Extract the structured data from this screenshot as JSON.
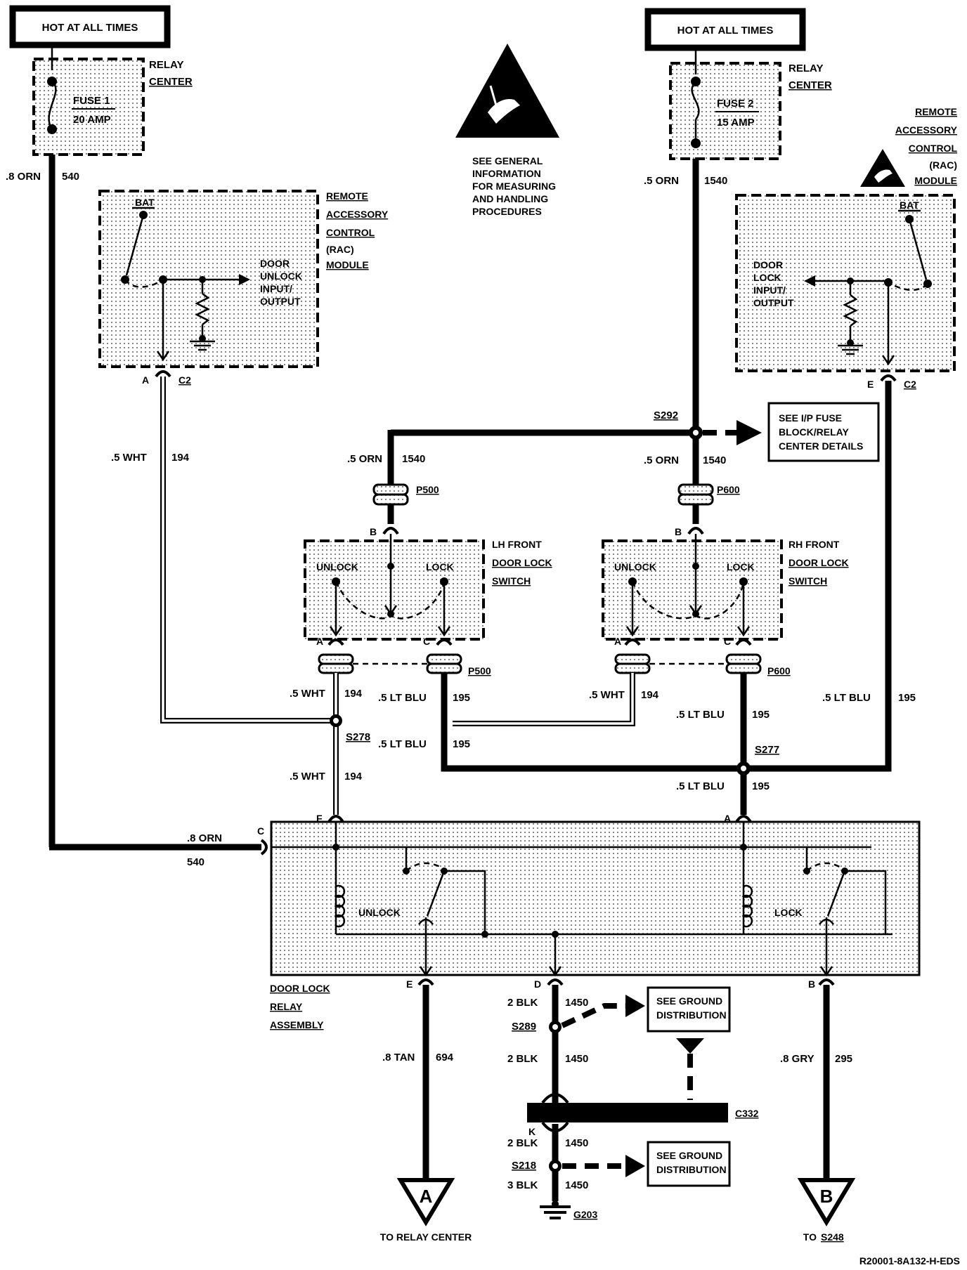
{
  "hot_labels": {
    "left": "HOT AT ALL TIMES",
    "right": "HOT AT ALL TIMES"
  },
  "relay_center": {
    "left_line1": "RELAY",
    "left_line2": "CENTER",
    "right_line1": "RELAY",
    "right_line2": "CENTER"
  },
  "fuses": {
    "fuse1_name": "FUSE 1",
    "fuse1_rating": "20 AMP",
    "fuse2_name": "FUSE 2",
    "fuse2_rating": "15 AMP"
  },
  "esd_note": [
    "SEE GENERAL",
    "INFORMATION",
    "FOR MEASURING",
    "AND HANDLING",
    "PROCEDURES"
  ],
  "rac_left": {
    "title": [
      "REMOTE",
      "ACCESSORY",
      "CONTROL",
      "(RAC)",
      "MODULE"
    ],
    "bat": "BAT",
    "io": [
      "DOOR",
      "UNLOCK",
      "INPUT/",
      "OUTPUT"
    ],
    "pin": "A",
    "conn": "C2"
  },
  "rac_right": {
    "title": [
      "REMOTE",
      "ACCESSORY",
      "CONTROL",
      "(RAC)",
      "MODULE"
    ],
    "bat": "BAT",
    "io": [
      "DOOR",
      "LOCK",
      "INPUT/",
      "OUTPUT"
    ],
    "pin": "E",
    "conn": "C2"
  },
  "splices": {
    "s292": "S292",
    "s278": "S278",
    "s277": "S277",
    "s289": "S289",
    "s218": "S218"
  },
  "fuse_block_note": [
    "SEE I/P FUSE",
    "BLOCK/RELAY",
    "CENTER DETAILS"
  ],
  "wires": {
    "w540_color": ".8 ORN",
    "w540_num": "540",
    "w1540_color": ".5 ORN",
    "w1540_num": "1540",
    "w194_color": ".5 WHT",
    "w194_num": "194",
    "w195_color": ".5 LT BLU",
    "w195_num": "195",
    "w694_color": ".8 TAN",
    "w694_num": "694",
    "w295_color": ".8 GRY",
    "w295_num": "295",
    "w1450_2_color": "2 BLK",
    "w1450_3_color": "3 BLK",
    "w1450_num": "1450"
  },
  "connectors": {
    "p500": "P500",
    "p600": "P600",
    "c332": "C332",
    "pin_a": "A",
    "pin_b": "B",
    "pin_c": "C",
    "pin_d": "D",
    "pin_e": "E",
    "pin_f": "F",
    "pin_k": "K"
  },
  "switches": {
    "lh_title": [
      "LH FRONT",
      "DOOR LOCK",
      "SWITCH"
    ],
    "rh_title": [
      "RH FRONT",
      "DOOR LOCK",
      "SWITCH"
    ],
    "unlock": "UNLOCK",
    "lock": "LOCK"
  },
  "relay_assembly": {
    "title": [
      "DOOR LOCK",
      "RELAY",
      "ASSEMBLY"
    ],
    "unlock": "UNLOCK",
    "lock": "LOCK"
  },
  "ground_note": [
    "SEE GROUND",
    "DISTRIBUTION"
  ],
  "ground_id": "G203",
  "terminals": {
    "a_letter": "A",
    "a_label": "TO RELAY CENTER",
    "b_letter": "B",
    "b_label_prefix": "TO",
    "b_label_target": "S248"
  },
  "diagram_id": "R20001-8A132-H-EDS"
}
